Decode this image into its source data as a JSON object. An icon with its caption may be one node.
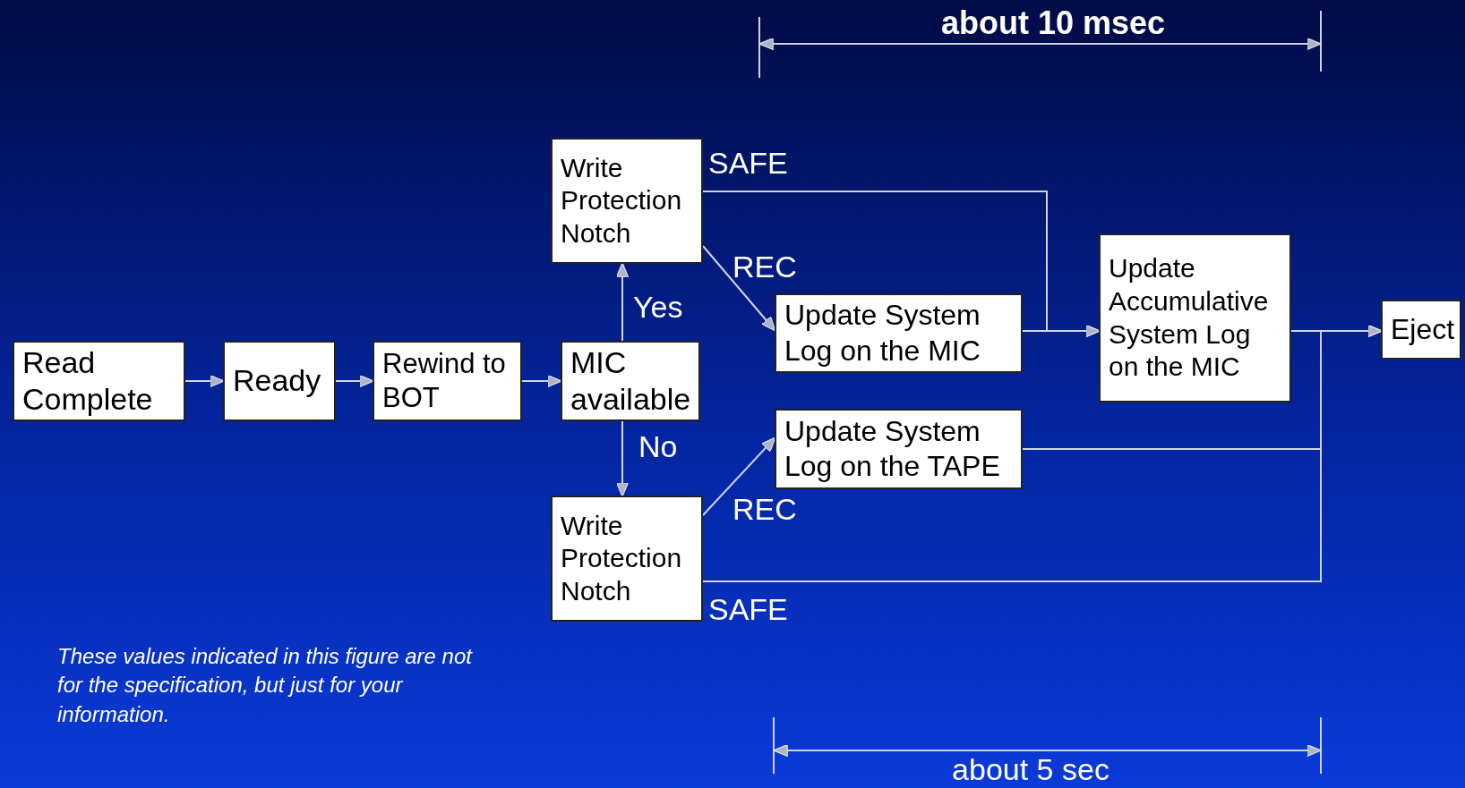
{
  "diagram": {
    "nodes": [
      {
        "text": [
          "Read Complete"
        ]
      },
      {
        "text": [
          "Ready"
        ]
      },
      {
        "text": [
          "Rewind to BOT"
        ]
      },
      {
        "text": [
          "MIC available"
        ]
      },
      {
        "text": [
          "Write Protection Notch"
        ]
      },
      {
        "text": [
          "Write Protection Notch"
        ]
      },
      {
        "text": [
          "Update System Log on the MIC"
        ]
      },
      {
        "text": [
          "Update System Log on the TAPE"
        ]
      },
      {
        "text": [
          "Update Accumulative System Log on the MIC"
        ]
      },
      {
        "text": [
          "Eject"
        ]
      }
    ],
    "edges": [
      {
        "from": 0,
        "to": 1,
        "arrow": "to"
      },
      {
        "from": 1,
        "to": 2,
        "arrow": "to"
      },
      {
        "from": 2,
        "to": 3,
        "arrow": "to"
      },
      {
        "from": 3,
        "to": 4,
        "arrow": "to",
        "label": "Yes"
      },
      {
        "from": 3,
        "to": 5,
        "arrow": "to",
        "label": "No"
      },
      {
        "from": 4,
        "to": 6,
        "arrow": "to",
        "label": "REC"
      },
      {
        "from": 4,
        "to": 8,
        "arrow": "to",
        "label": "SAFE"
      },
      {
        "from": 6,
        "to": 8,
        "arrow": "to"
      },
      {
        "from": 5,
        "to": 7,
        "arrow": "to",
        "label": "REC"
      },
      {
        "from": 5,
        "to": 9,
        "arrow": "to",
        "label": "SAFE"
      },
      {
        "from": 7,
        "to": 9,
        "arrow": "to"
      },
      {
        "from": 8,
        "to": 9,
        "arrow": "to"
      }
    ],
    "labels": [
      "about 10 msec",
      "about 5 sec",
      "These values indicated in this figure are not for the specification, but just for your information."
    ]
  }
}
